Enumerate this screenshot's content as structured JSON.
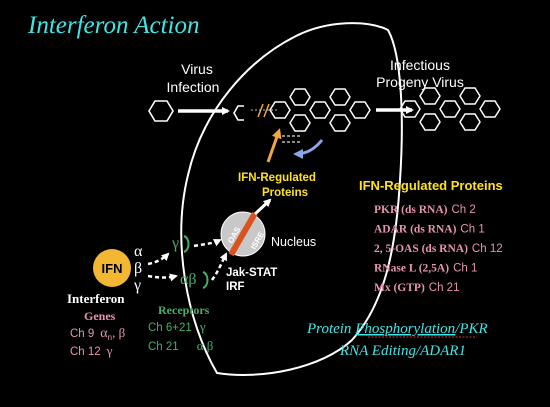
{
  "title": "Interferon Action",
  "labels": {
    "virus_infection_line1": "Virus",
    "virus_infection_line2": "Infection",
    "progeny_line1": "Infectious",
    "progeny_line2": "Progeny Virus",
    "ifn_regulated_inner_line1": "IFN-Regulated",
    "ifn_regulated_inner_line2": "Proteins",
    "nucleus": "Nucleus",
    "oas": "OAS",
    "isre": "ISRE",
    "jak_stat": "Jak-STAT",
    "irf": "IRF",
    "ifn": "IFN",
    "interferon": "Interferon",
    "receptors": "Receptors"
  },
  "greek": {
    "alpha": "α",
    "beta": "β",
    "gamma": "γ",
    "alpha_beta": "αβ"
  },
  "genes": {
    "heading": "Genes",
    "row1_ch": "Ch 9",
    "row1_alpha": "α",
    "row1_sub": "n",
    "row1_rest": ", β",
    "row2_ch": "Ch 12",
    "row2_gamma": "γ"
  },
  "receptor_genes": {
    "row1_ch": "Ch 6+21",
    "row1_sym": "γ",
    "row2_ch": "Ch 21",
    "row2_sym": "α β"
  },
  "protein_list": {
    "heading": "IFN-Regulated Proteins",
    "items": [
      {
        "name": "PKR (ds RNA)",
        "ch": "Ch 2"
      },
      {
        "name": "ADAR (ds RNA)",
        "ch": "Ch 1"
      },
      {
        "name": "2, 5-OAS (ds RNA)",
        "ch": "Ch 12"
      },
      {
        "name": "RNase L (2,5A)",
        "ch": "Ch 1"
      },
      {
        "name": "Mx (GTP)",
        "ch": "Ch 21"
      }
    ]
  },
  "bottom_lines": {
    "line1_part1": "Protein ",
    "line1_part2": "Phosphorylation",
    "line1_part3": "/PKR",
    "line2": "RNA Editing/ADAR1"
  },
  "colors": {
    "background": "#000000",
    "title_cyan": "#3fe6e6",
    "white": "#ffffff",
    "yellow": "#ffe21a",
    "orange_arrow": "#f2a640",
    "blue_arrow": "#8aa6e6",
    "pink": "#e693b4",
    "green": "#45b06a",
    "ifn_circle": "#f2b833"
  }
}
